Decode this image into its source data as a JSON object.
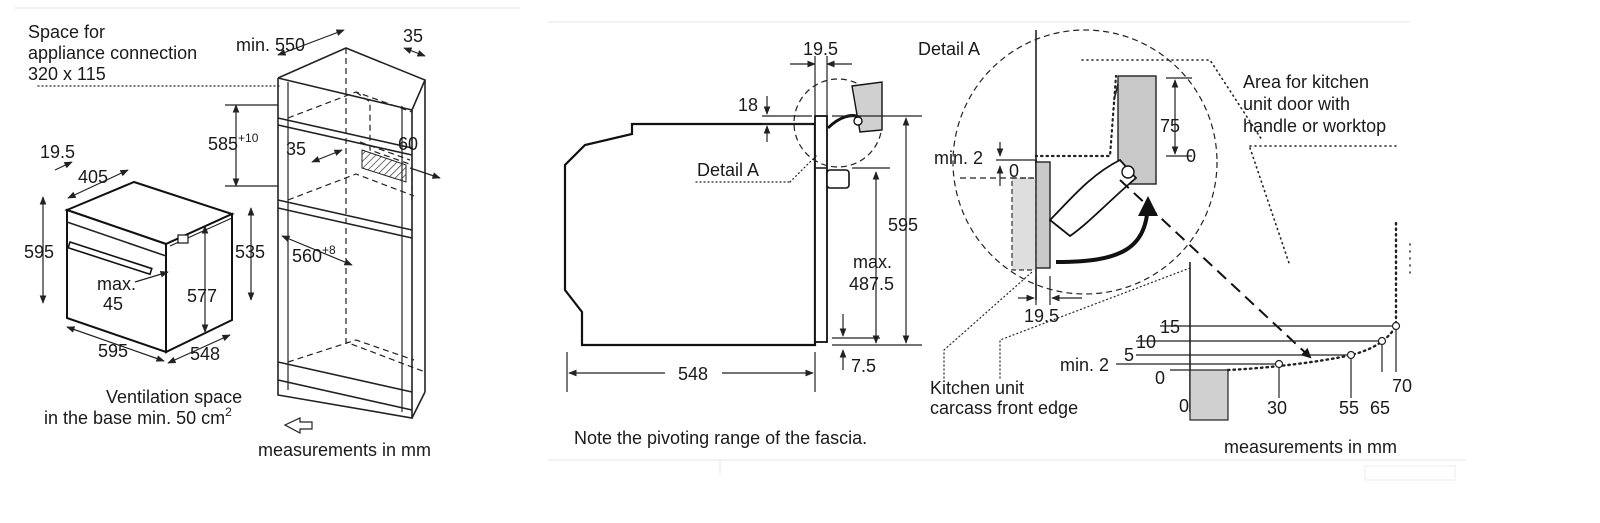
{
  "left_panel": {
    "connection_space_line1": "Space for",
    "connection_space_line2": "appliance connection",
    "connection_space_line3": "320 x 115",
    "min_depth": "min. 550",
    "side_35": "35",
    "niche_height": "585",
    "niche_height_sup": "+10",
    "inner_35": "35",
    "inner_60": "60",
    "oven_19_5": "19.5",
    "oven_405": "405",
    "oven_595_h": "595",
    "oven_535": "535",
    "niche_width": "560",
    "niche_width_sup": "+8",
    "max_label": "max.",
    "max_value": "45",
    "oven_577": "577",
    "oven_595_w": "595",
    "oven_548": "548",
    "ventilation_line1": "Ventilation space",
    "ventilation_line2": "in the base min. 50 cm",
    "ventilation_sup": "2",
    "units": "measurements in mm"
  },
  "right_panel": {
    "side_19_5": "19.5",
    "side_18": "18",
    "detail_a_link": "Detail A",
    "height_595": "595",
    "max_label": "max.",
    "max_value": "487.5",
    "depth_548": "548",
    "bottom_7_5": "7.5",
    "detail_a_title": "Detail A",
    "detail_min_2": "min. 2",
    "detail_0_small": "0",
    "detail_75": "75",
    "detail_0": "0",
    "detail_19_5": "19.5",
    "area_line1": "Area for kitchen",
    "area_line2": "unit door with",
    "area_line3": "handle or worktop",
    "carcass_line1": "Kitchen unit",
    "carcass_line2": "carcass front edge",
    "graph_15": "15",
    "graph_10": "10",
    "graph_5": "5",
    "graph_min_2": "min. 2",
    "graph_0_y": "0",
    "graph_0_x": "0",
    "graph_30": "30",
    "graph_55": "55",
    "graph_65": "65",
    "graph_70": "70",
    "fascia_note": "Note the pivoting range of the fascia.",
    "units": "measurements in mm"
  }
}
